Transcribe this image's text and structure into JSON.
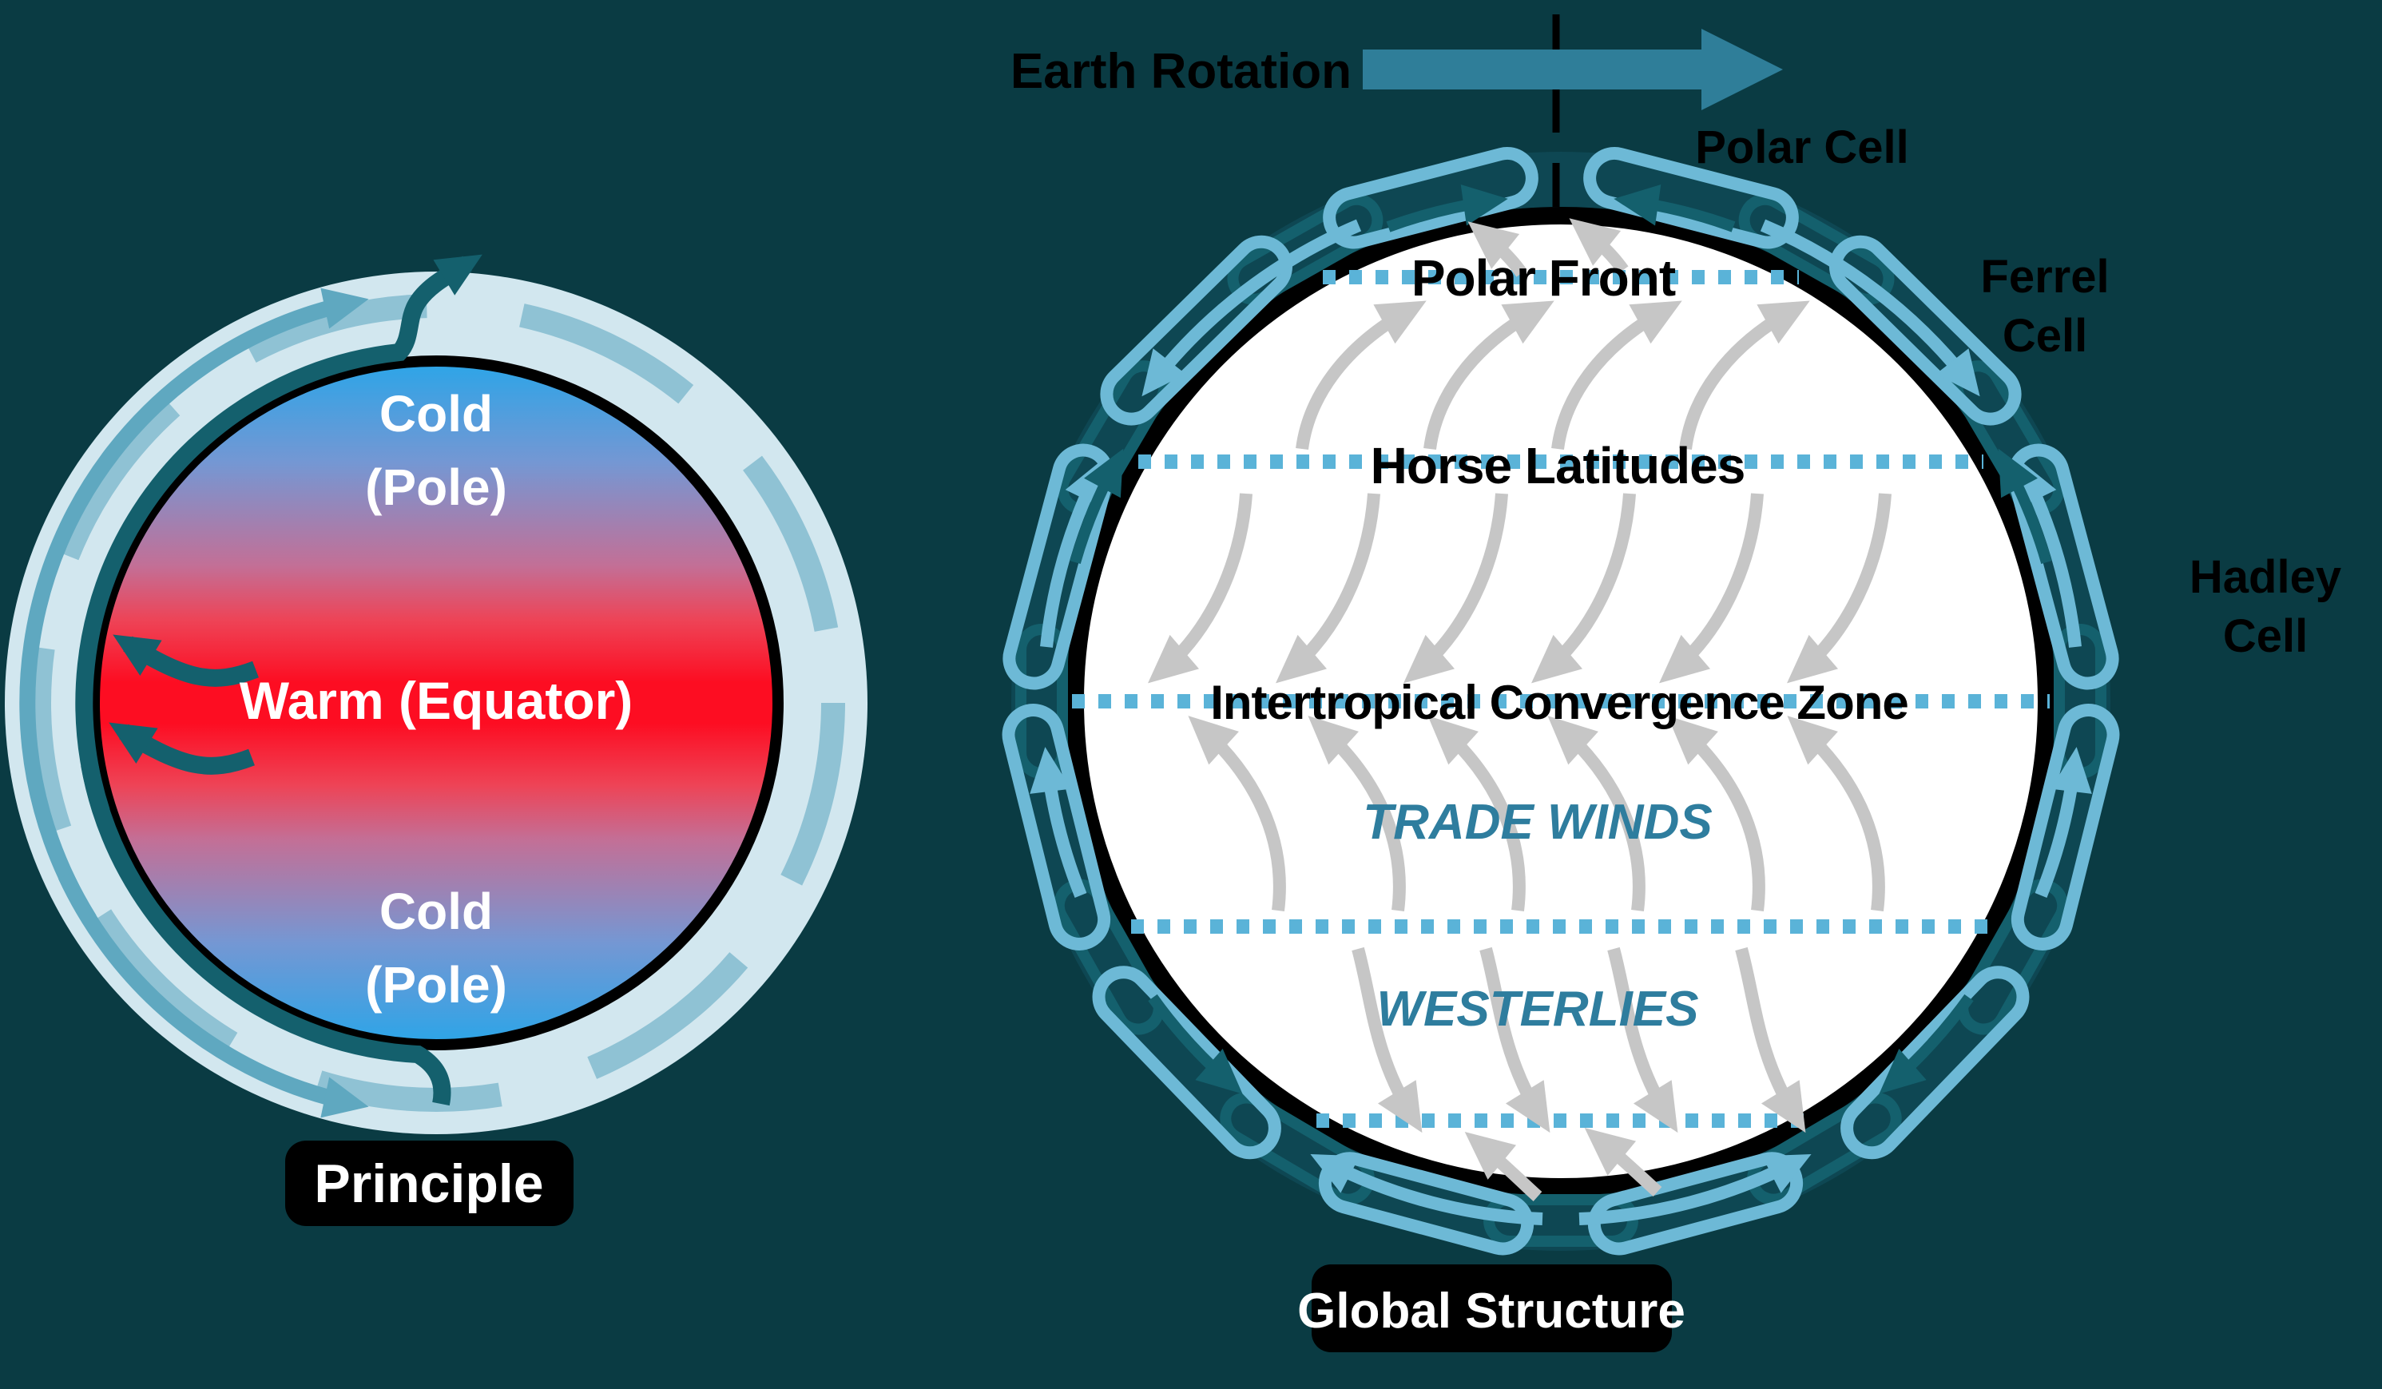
{
  "principle": {
    "title": "Principle",
    "cold_top_line1": "Cold",
    "cold_top_line2": "(Pole)",
    "warm_label": "Warm (Equator)",
    "cold_bottom_line1": "Cold",
    "cold_bottom_line2": "(Pole)"
  },
  "global_structure": {
    "title": "Global Structure",
    "earth_rotation_label": "Earth Rotation",
    "polar_cell_label": "Polar Cell",
    "ferrel_cell_line1": "Ferrel",
    "ferrel_cell_line2": "Cell",
    "hadley_cell_line1": "Hadley",
    "hadley_cell_line2": "Cell",
    "polar_front_label": "Polar Front",
    "horse_latitudes_label": "Horse Latitudes",
    "itcz_label": "Intertropical Convergence Zone",
    "trade_winds_label": "TRADE WINDS",
    "westerlies_label": "WESTERLIES"
  },
  "icons": {
    "earth_rotation_arrow": "right-arrow-icon",
    "meridian_line": "dashed-meridian-icon",
    "circulation_loops": "cell-loop-icons",
    "wind_arrows": "curved-wind-arrow-icons"
  },
  "colors": {
    "background": "#0a3b43",
    "globe_ring": "#0e4753",
    "globe_fill": "#ffffff",
    "rim_black": "#000000",
    "loop_light_blue": "#6db9d6",
    "loop_dark_teal": "#14606d",
    "latitude_dots": "#5ab3d8",
    "wind_arrow_gray": "#c6c6c6",
    "teal_text": "#2e7d9e",
    "rotation_arrow": "#2f7e99",
    "pale_ring": "#d2e7ef",
    "medium_ring": "#8fc2d4",
    "medium_arrow": "#5fa8c0",
    "gradient_pole_blue": "#2ba5e8",
    "gradient_mid_lavender": "#7597d3",
    "gradient_pink": "#e0577a",
    "gradient_equator_red": "#fd0d22"
  }
}
